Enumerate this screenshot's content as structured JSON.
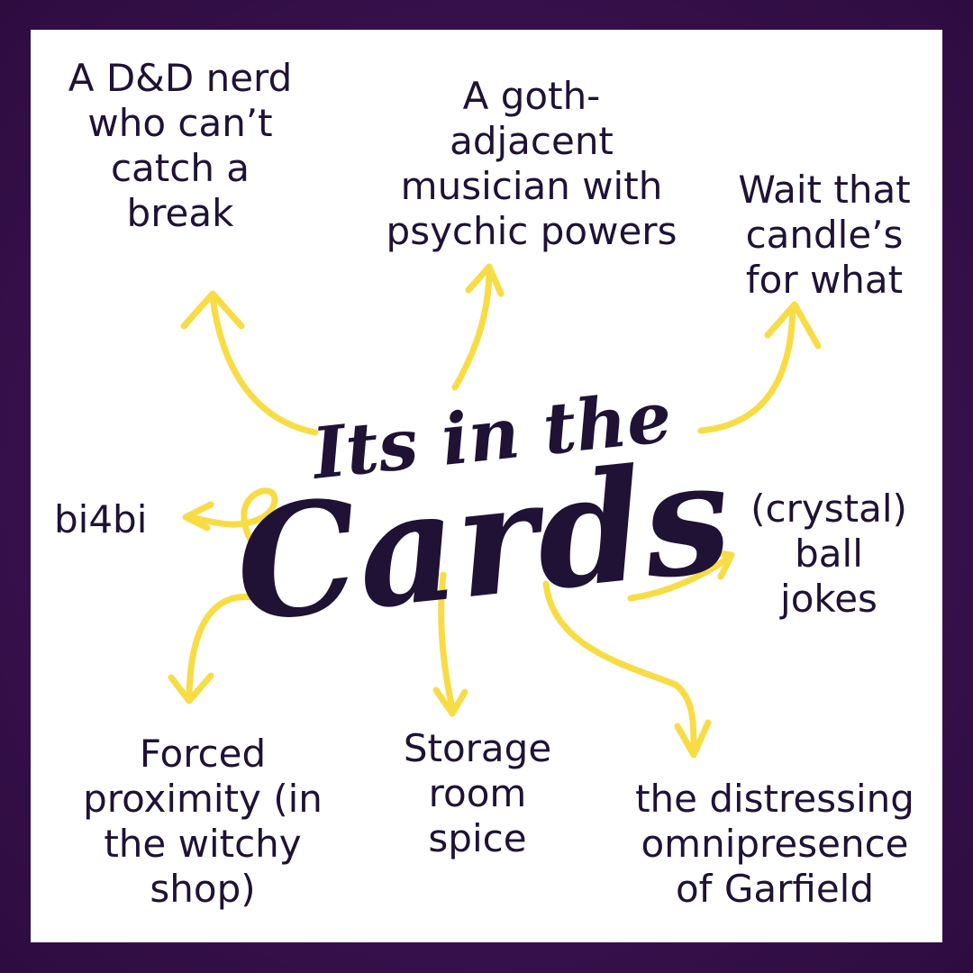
{
  "title": {
    "line1": "Its in the",
    "line2": "Cards"
  },
  "tropes": [
    "A D&D nerd\nwho can’t\ncatch a\nbreak",
    "A goth-\nadjacent\nmusician with\npsychic powers",
    "Wait that\ncandle’s\nfor what",
    "bi4bi",
    "(crystal)\nball\njokes",
    "Forced\nproximity (in\nthe witchy\nshop)",
    "Storage\nroom\nspice",
    "the distressing\nomnipresence\nof Garfield"
  ],
  "colors": {
    "border": "#3a1150",
    "background": "#ffffff",
    "text": "#1f1235",
    "arrow": "#f7dc45"
  }
}
